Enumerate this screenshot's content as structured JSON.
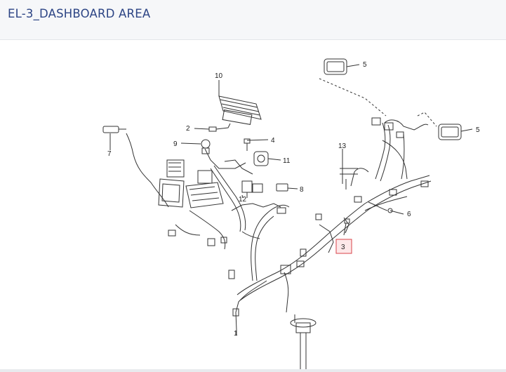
{
  "page": {
    "title": "EL-3_DASHBOARD AREA"
  },
  "callouts": [
    {
      "id": "c1",
      "label": "1"
    },
    {
      "id": "c2",
      "label": "2"
    },
    {
      "id": "c3",
      "label": "3",
      "highlighted": true
    },
    {
      "id": "c4",
      "label": "4"
    },
    {
      "id": "c5a",
      "label": "5"
    },
    {
      "id": "c5b",
      "label": "5"
    },
    {
      "id": "c6",
      "label": "6"
    },
    {
      "id": "c7",
      "label": "7"
    },
    {
      "id": "c8",
      "label": "8"
    },
    {
      "id": "c9",
      "label": "9"
    },
    {
      "id": "c10",
      "label": "10"
    },
    {
      "id": "c11",
      "label": "11"
    },
    {
      "id": "c12",
      "label": "12"
    },
    {
      "id": "c13",
      "label": "13"
    }
  ],
  "colors": {
    "title": "#2d4585",
    "highlight": "#d9434a",
    "line": "#333333"
  }
}
